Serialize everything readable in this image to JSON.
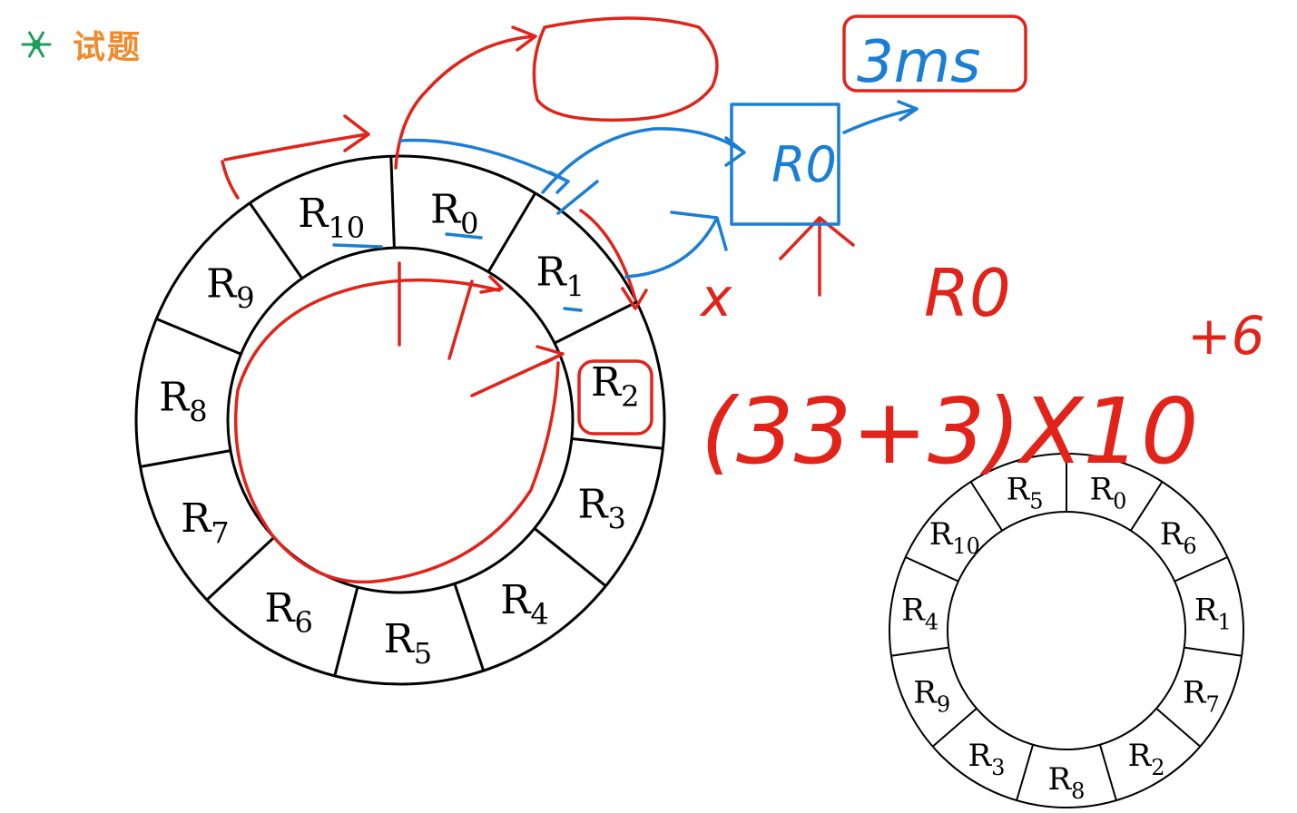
{
  "header": {
    "title": "试题",
    "icon": "snowflake-icon",
    "title_color": "#f08a2c",
    "icon_color": "#1e9e5a"
  },
  "disk_large": {
    "sectors": [
      {
        "base": "R",
        "sub": "0"
      },
      {
        "base": "R",
        "sub": "1"
      },
      {
        "base": "R",
        "sub": "2"
      },
      {
        "base": "R",
        "sub": "3"
      },
      {
        "base": "R",
        "sub": "4"
      },
      {
        "base": "R",
        "sub": "5"
      },
      {
        "base": "R",
        "sub": "6"
      },
      {
        "base": "R",
        "sub": "7"
      },
      {
        "base": "R",
        "sub": "8"
      },
      {
        "base": "R",
        "sub": "9"
      },
      {
        "base": "R",
        "sub": "10"
      }
    ]
  },
  "disk_small": {
    "sectors": [
      {
        "base": "R",
        "sub": "0"
      },
      {
        "base": "R",
        "sub": "6"
      },
      {
        "base": "R",
        "sub": "1"
      },
      {
        "base": "R",
        "sub": "7"
      },
      {
        "base": "R",
        "sub": "2"
      },
      {
        "base": "R",
        "sub": "8"
      },
      {
        "base": "R",
        "sub": "3"
      },
      {
        "base": "R",
        "sub": "9"
      },
      {
        "base": "R",
        "sub": "4"
      },
      {
        "base": "R",
        "sub": "10"
      },
      {
        "base": "R",
        "sub": "5"
      }
    ]
  },
  "annotations": {
    "time_box": "3ms",
    "processor_box": "R0",
    "x_mark": "x",
    "r0_mark": "R0",
    "formula": "(33+3)X10",
    "exponent": "+6",
    "red_color": "#e2231a",
    "blue_color": "#1a7fd4"
  }
}
